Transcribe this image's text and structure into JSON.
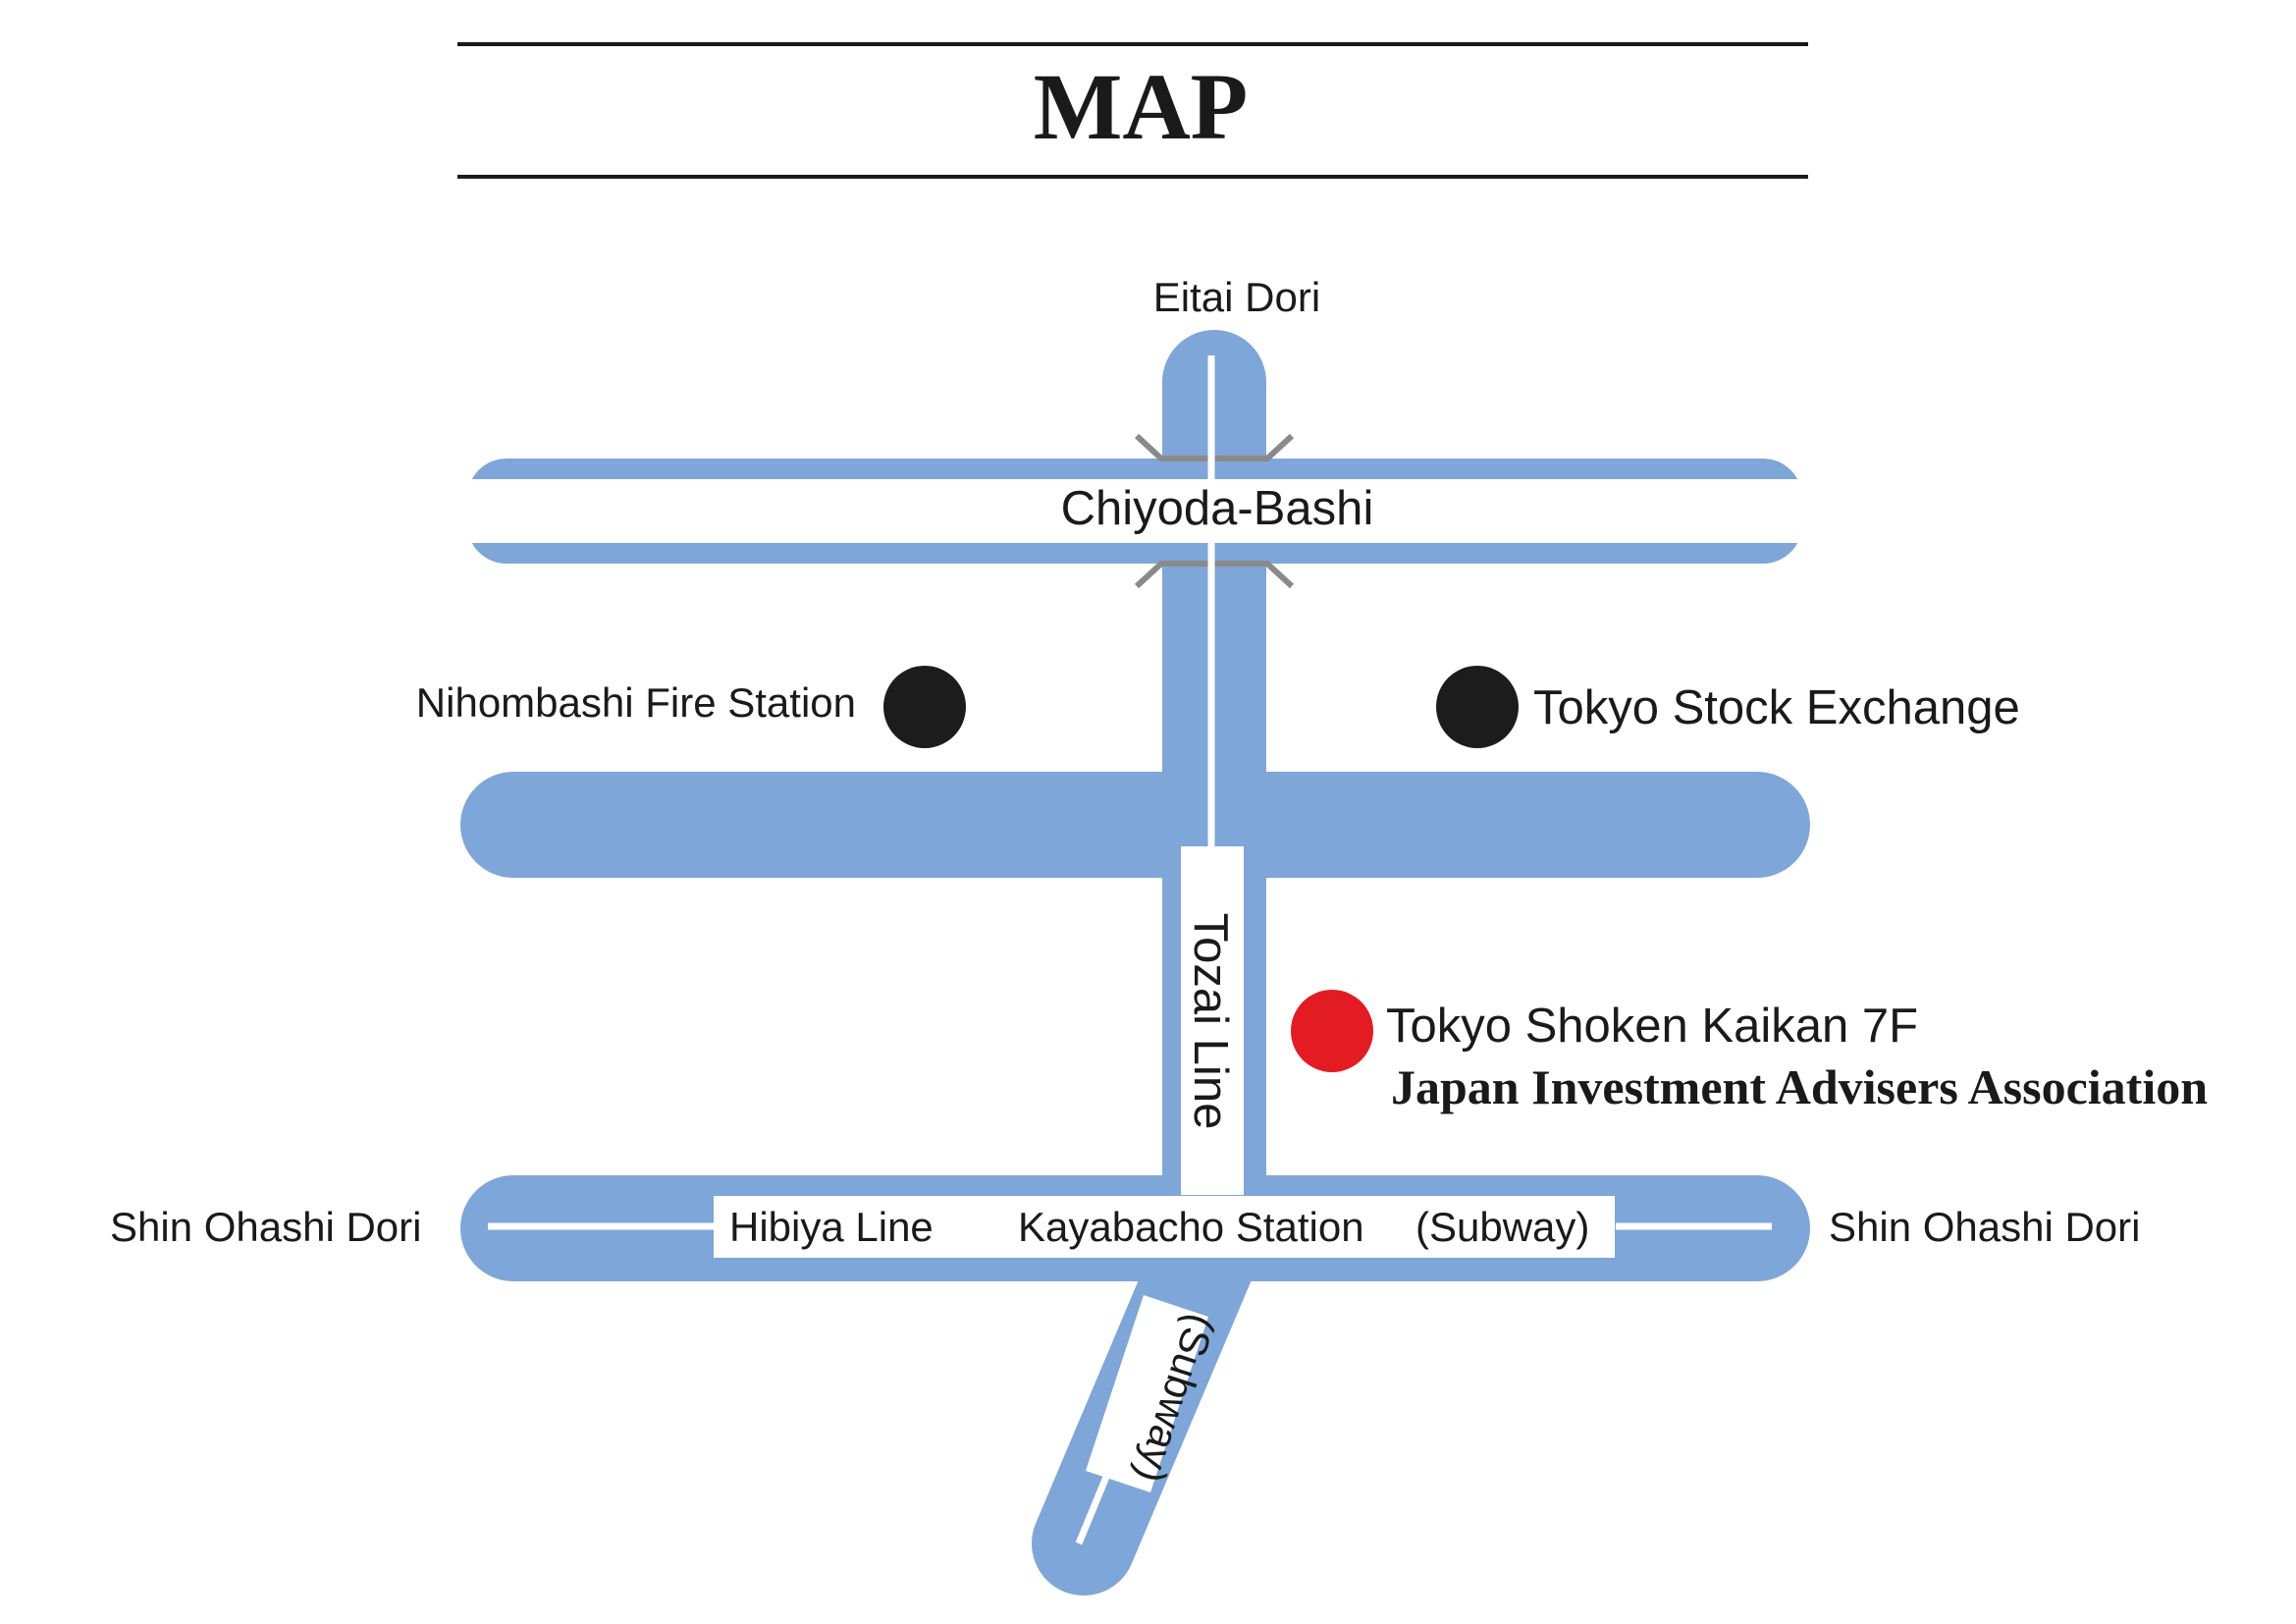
{
  "title": "MAP",
  "colors": {
    "road": "#7ea6d8",
    "rail": "#ffffff",
    "bridge": "#8a8a8a",
    "landmark": "#1c1c1c",
    "destination": "#e31b23",
    "rule": "#1a1a1a"
  },
  "streets": {
    "eitai_dori": "Eitai Dori",
    "chiyoda_bashi": "Chiyoda-Bashi",
    "shin_ohashi_dori_left": "Shin Ohashi Dori",
    "shin_ohashi_dori_right": "Shin Ohashi Dori"
  },
  "rail": {
    "tozai_line": "Tozai Line",
    "hibiya_line": "Hibiya Line",
    "kayabacho_station": "Kayabacho Station",
    "subway_east": "(Subway)",
    "subway_south": "(Subway)"
  },
  "landmarks": {
    "fire_station": "Nihombashi Fire Station",
    "stock_exchange": "Tokyo Stock Exchange"
  },
  "destination": {
    "building": "Tokyo Shoken Kaikan 7F",
    "organization": "Japan Investment Advisers Association"
  }
}
